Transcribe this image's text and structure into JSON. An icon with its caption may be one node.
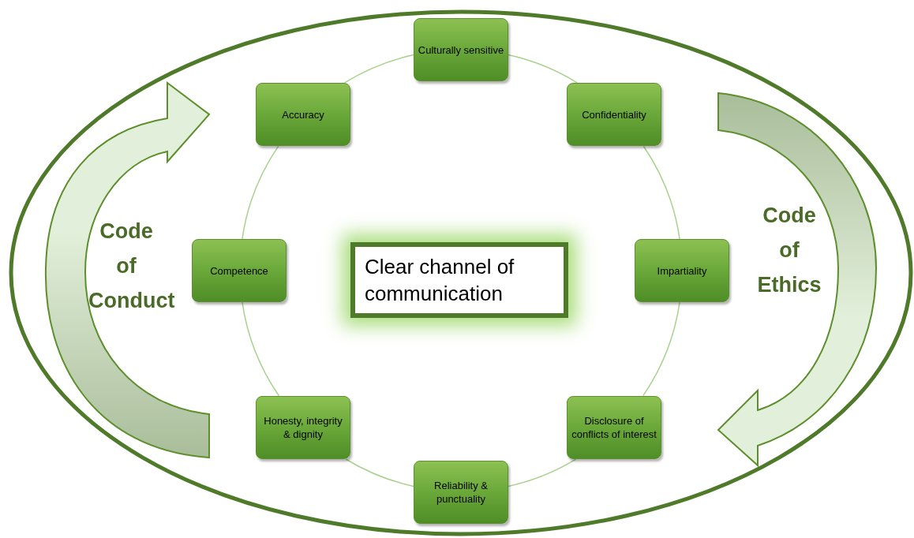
{
  "diagram": {
    "nodes": [
      {
        "text": [
          "Culturally sensitive"
        ]
      },
      {
        "text": [
          "Accuracy"
        ]
      },
      {
        "text": [
          "Confidentiality"
        ]
      },
      {
        "text": [
          "Competence"
        ]
      },
      {
        "text": [
          "Clear channel of communication"
        ]
      },
      {
        "text": [
          "Impartiality"
        ]
      },
      {
        "text": [
          "Honesty, integrity & dignity"
        ]
      },
      {
        "text": [
          "Disclosure of conflicts of interest"
        ]
      },
      {
        "text": [
          "Reliability & punctuality"
        ]
      }
    ],
    "edges": [
      {
        "from": 0,
        "to": 2,
        "arrow": "none"
      },
      {
        "from": 2,
        "to": 5,
        "arrow": "none"
      },
      {
        "from": 5,
        "to": 7,
        "arrow": "none"
      },
      {
        "from": 7,
        "to": 8,
        "arrow": "none"
      },
      {
        "from": 8,
        "to": 6,
        "arrow": "none"
      },
      {
        "from": 6,
        "to": 3,
        "arrow": "none"
      },
      {
        "from": 3,
        "to": 1,
        "arrow": "none"
      },
      {
        "from": 1,
        "to": 0,
        "arrow": "none"
      }
    ],
    "labels": [
      "Code of Conduct",
      "Code of Ethics"
    ]
  }
}
